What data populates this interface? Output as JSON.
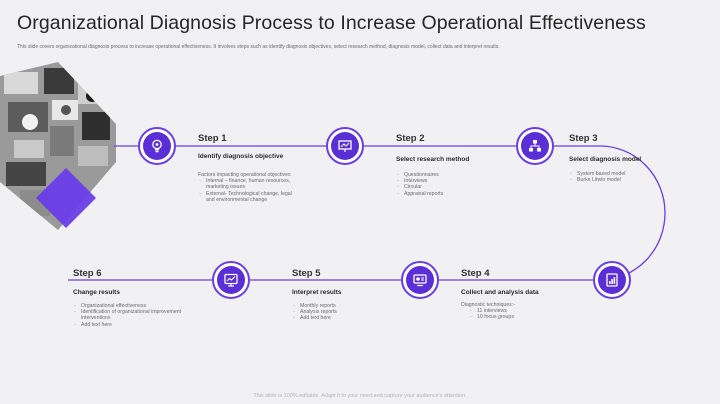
{
  "slide": {
    "title": "Organizational Diagnosis Process to Increase Operational Effectiveness",
    "subtitle": "This slide covers organizational diagnosis process to increase operational effectiveness. It involves steps such as identify diagnosis objectives, select research method, diagnosis model, collect data and interpret results.",
    "footer": "This slide is 100% editable. Adapt it to your need and capture your audience's attention."
  },
  "colors": {
    "accent": "#5b2fd6",
    "line": "#6a3de8",
    "background": "#f1f1f3"
  },
  "steps": [
    {
      "label": "Step 1",
      "heading": "Identify diagnosis objective",
      "intro": "Factors impacting operational objectives",
      "items": [
        "Internal – finance, human resources, marketing issues",
        "External- Technological change, legal and environmental change"
      ],
      "icon": "lightbulb-gear-icon"
    },
    {
      "label": "Step 2",
      "heading": "Select research method",
      "items": [
        "Questionnaires",
        "Interviews",
        "Circular",
        "Appraisal reports"
      ],
      "icon": "presentation-board-icon"
    },
    {
      "label": "Step 3",
      "heading": "Select diagnosis model",
      "items": [
        "System based model",
        "Burke Litwin model"
      ],
      "icon": "organization-chart-icon"
    },
    {
      "label": "Step 4",
      "heading": "Collect and analysis data",
      "intro": "Diagnostic techniques:-",
      "items": [
        "11 interviews",
        "10 focus groups"
      ],
      "icon": "data-analysis-icon"
    },
    {
      "label": "Step 5",
      "heading": "Interpret results",
      "items": [
        "Monthly reports",
        "Analysis reports",
        "Add text here"
      ],
      "icon": "report-screen-icon"
    },
    {
      "label": "Step 6",
      "heading": "Change results",
      "items": [
        "Organizational effectiveness",
        "Identification of organizational improvement interventions",
        "Add text here"
      ],
      "icon": "monitor-chart-icon"
    }
  ]
}
